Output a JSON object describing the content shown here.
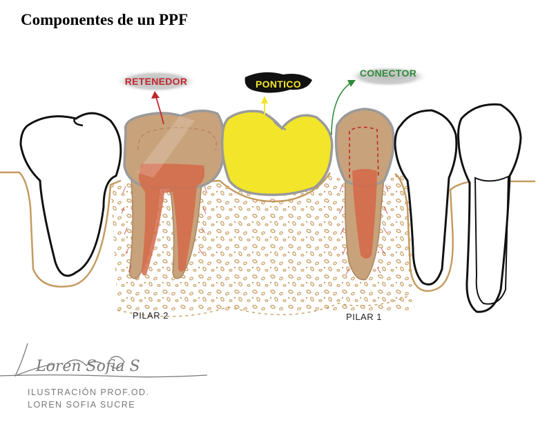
{
  "title": "Componentes de un PPF",
  "labels": {
    "retenedor": "RETENEDOR",
    "pontico": "PONTICO",
    "conector": "CONECTOR",
    "pilar2": "PILAR 2",
    "pilar1": "PILAR 1"
  },
  "signature": "Loren Sofia S",
  "credit": {
    "line1": "ILUSTRACIÓN PROF.OD.",
    "line2": "LOREN SOFIA SUCRE"
  },
  "colors": {
    "retenedor": "#c0272d",
    "pontico": "#f2e52a",
    "conector": "#2e8b3c",
    "crown": "#c8a27a",
    "pulp": "#d46a4a",
    "bone": "#c9a36a",
    "gingiva": "#c49a5f"
  }
}
